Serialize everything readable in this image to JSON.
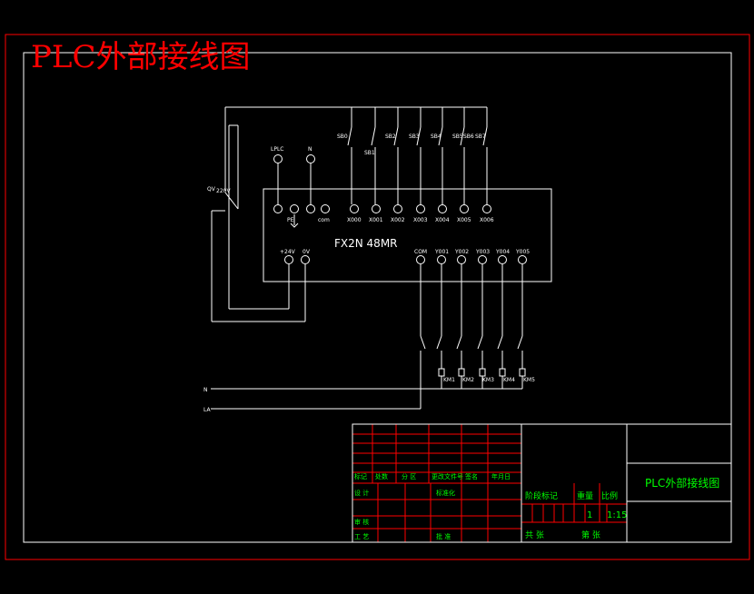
{
  "title": "PLC外部接线图",
  "plc": {
    "model": "FX2N 48MR",
    "top_terminals": [
      "PE",
      "com",
      "X000",
      "X001",
      "X002",
      "X003",
      "X004",
      "X005",
      "X006"
    ],
    "bottom_left_terminals": [
      "+24V",
      "0V"
    ],
    "bottom_right_terminals": [
      "COM",
      "Y001",
      "Y002",
      "Y003",
      "Y004",
      "Y005"
    ]
  },
  "power_labels": {
    "l": "LPLC",
    "n": "N"
  },
  "buttons": [
    "SB0",
    "SB1",
    "SB2",
    "SB3",
    "SB4",
    "SB5",
    "SB6",
    "SB7"
  ],
  "switch_labels": [
    "QV",
    "220V"
  ],
  "contactors": [
    "KM1",
    "KM2",
    "KM3",
    "KM4",
    "KM5"
  ],
  "supply_lines": [
    "N",
    "LA"
  ],
  "title_block": {
    "header_row": [
      "标记",
      "处数",
      "分 区",
      "更改文件号",
      "签名",
      "年月日"
    ],
    "left_rows": [
      "设 计",
      "审 核",
      "工 艺"
    ],
    "mid_labels": [
      "标准化",
      "批 准"
    ],
    "right_headers": [
      "阶段标记",
      "重量",
      "比例"
    ],
    "quantity": "1",
    "scale": "1:15",
    "sheet_labels": [
      "共 张",
      "第 张"
    ],
    "drawing_name": "PLC外部接线图"
  },
  "colors": {
    "line": "#ffffff",
    "frame": "#ff0000",
    "table_text": "#00ff00"
  }
}
